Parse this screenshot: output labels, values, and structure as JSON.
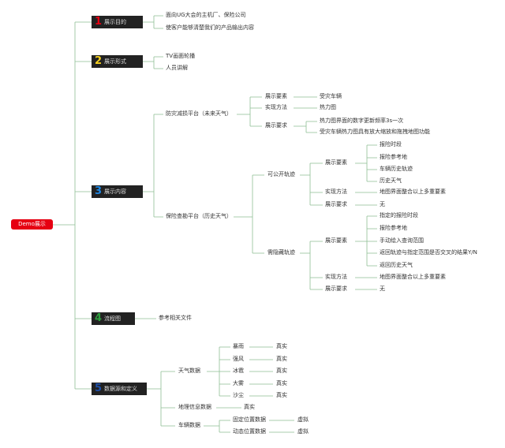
{
  "root": {
    "label": "Demo展示"
  },
  "branches": [
    {
      "num": "1",
      "num_color": "#e60012",
      "label": "展示目的",
      "items": [
        "面向UG大会的主机厂、保险公司",
        "使客户能够清楚我们的产品输出内容"
      ]
    },
    {
      "num": "2",
      "num_color": "#f5d020",
      "label": "展示形式",
      "items": [
        "TV画面轮播",
        "人员讲解"
      ]
    },
    {
      "num": "3",
      "num_color": "#1e88e5",
      "label": "展示内容",
      "platform1": {
        "label": "防灾减损平台（未来天气）",
        "items": [
          {
            "k": "展示要素",
            "v": "受灾车辆"
          },
          {
            "k": "实现方法",
            "v": "热力图"
          },
          {
            "k": "展示要求",
            "vs": [
              "热力图界面的数字更新频率3s一次",
              "受灾车辆热力图具有放大缩放和拖拽地图功能"
            ]
          }
        ]
      },
      "platform2": {
        "label": "保险查勘平台（历史天气）",
        "track1": {
          "label": "可公开轨迹",
          "elements_label": "展示要素",
          "elements": [
            "报险时段",
            "报险参考地",
            "车辆历史轨迹",
            "历史天气"
          ],
          "method_label": "实现方法",
          "method": "地图界面整合以上多重要素",
          "req_label": "展示要求",
          "req": "无"
        },
        "track2": {
          "label": "需隐藏轨迹",
          "elements_label": "展示要素",
          "elements": [
            "指定的报险时段",
            "报险参考地",
            "手动绘入查询范围",
            "返回轨迹与指定范围是否交叉的结果Y/N",
            "返回历史天气"
          ],
          "method_label": "实现方法",
          "method": "地图界面整合以上多重要素",
          "req_label": "展示要求",
          "req": "无"
        }
      }
    },
    {
      "num": "4",
      "num_color": "#2e9e3e",
      "label": "流程图",
      "items": [
        "参考相关文件"
      ]
    },
    {
      "num": "5",
      "num_color": "#1e4fa8",
      "label": "数据源和定义",
      "weather": {
        "label": "天气数据",
        "items": [
          {
            "k": "暴雨",
            "v": "真实"
          },
          {
            "k": "强风",
            "v": "真实"
          },
          {
            "k": "冰雹",
            "v": "真实"
          },
          {
            "k": "大雾",
            "v": "真实"
          },
          {
            "k": "沙尘",
            "v": "真实"
          }
        ]
      },
      "geo": {
        "label": "地理信息数据",
        "v": "真实"
      },
      "vehicle": {
        "label": "车辆数据",
        "items": [
          {
            "k": "固定位置数据",
            "v": "虚拟"
          },
          {
            "k": "动态位置数据",
            "v": "虚拟"
          }
        ]
      }
    }
  ]
}
